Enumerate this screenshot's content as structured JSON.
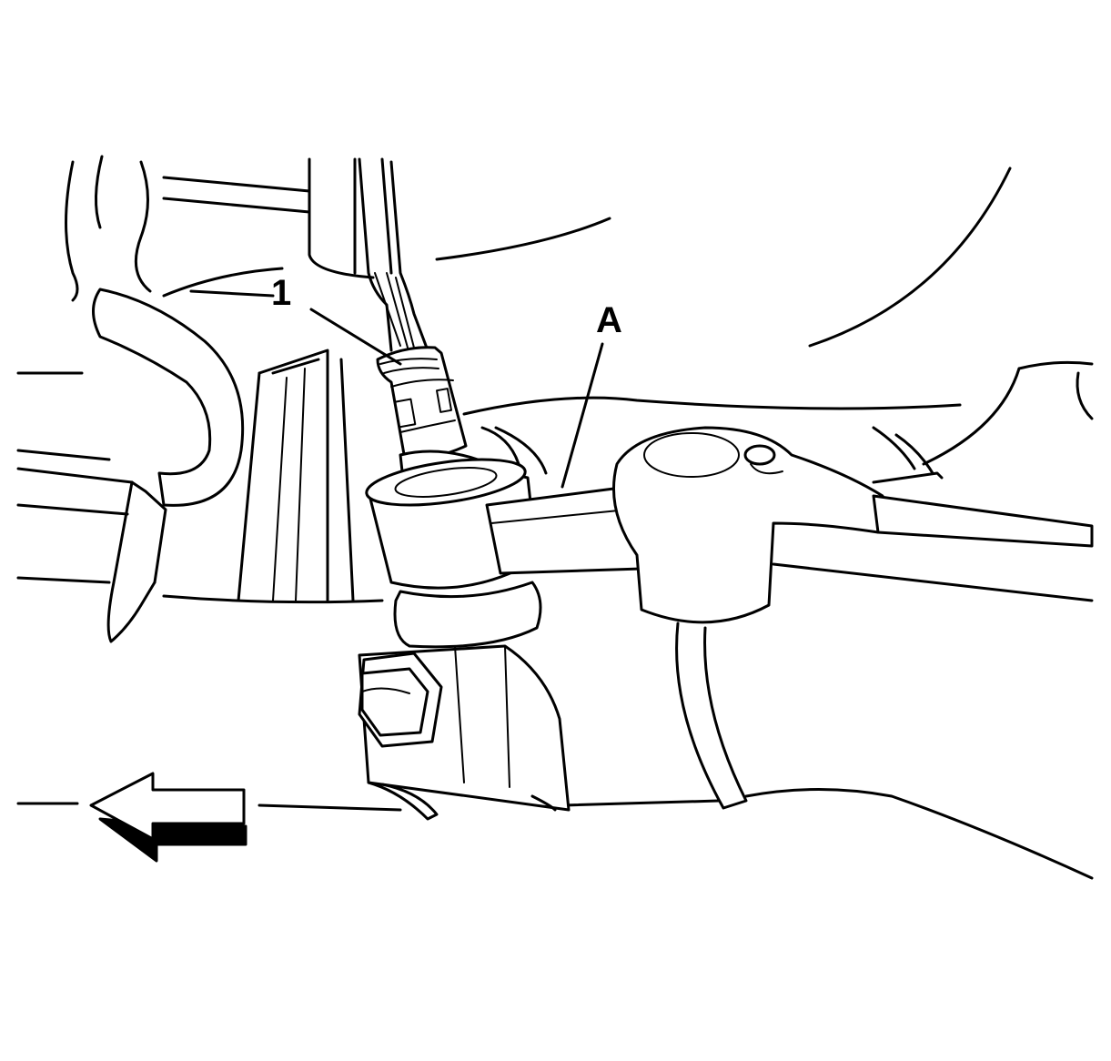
{
  "callouts": [
    {
      "id": "callout-1",
      "label": "1"
    },
    {
      "id": "callout-a",
      "label": "A"
    }
  ],
  "colors": {
    "line": "#000000",
    "background": "#ffffff"
  },
  "icons": [
    "direction-arrow-icon"
  ]
}
